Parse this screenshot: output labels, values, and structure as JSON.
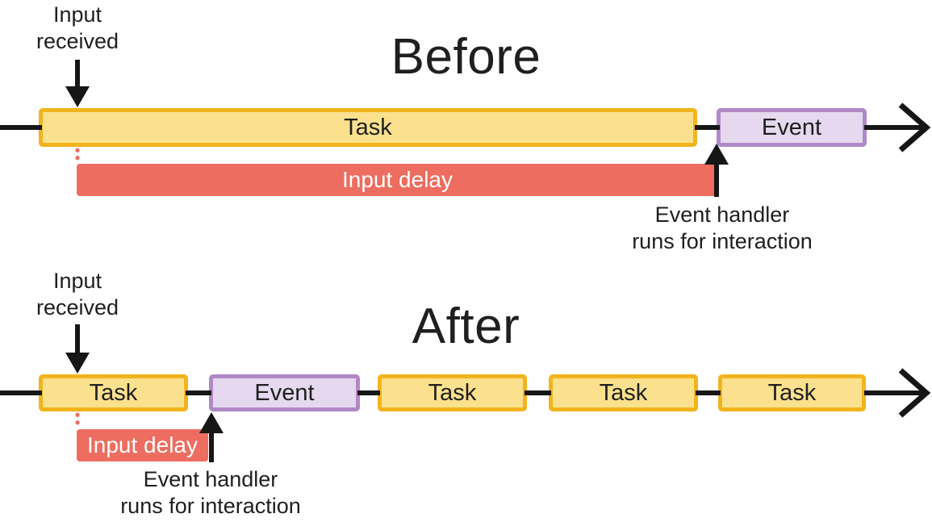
{
  "colors": {
    "task_fill": "#FBE18E",
    "task_border": "#F2B41C",
    "event_fill": "#E6D9EF",
    "event_border": "#B189C6",
    "delay_fill": "#ED6D60",
    "delay_text": "#FFFFFF",
    "line": "#161616",
    "text": "#1F1F1F"
  },
  "before": {
    "title": "Before",
    "input_label": "Input\nreceived",
    "bars": [
      {
        "type": "task",
        "label": "Task"
      },
      {
        "type": "event",
        "label": "Event"
      }
    ],
    "delay_label": "Input delay",
    "handler_label": "Event handler\nruns for interaction"
  },
  "after": {
    "title": "After",
    "input_label": "Input\nreceived",
    "bars": [
      {
        "type": "task",
        "label": "Task"
      },
      {
        "type": "event",
        "label": "Event"
      },
      {
        "type": "task",
        "label": "Task"
      },
      {
        "type": "task",
        "label": "Task"
      },
      {
        "type": "task",
        "label": "Task"
      }
    ],
    "delay_label": "Input delay",
    "handler_label": "Event handler\nruns for interaction"
  }
}
